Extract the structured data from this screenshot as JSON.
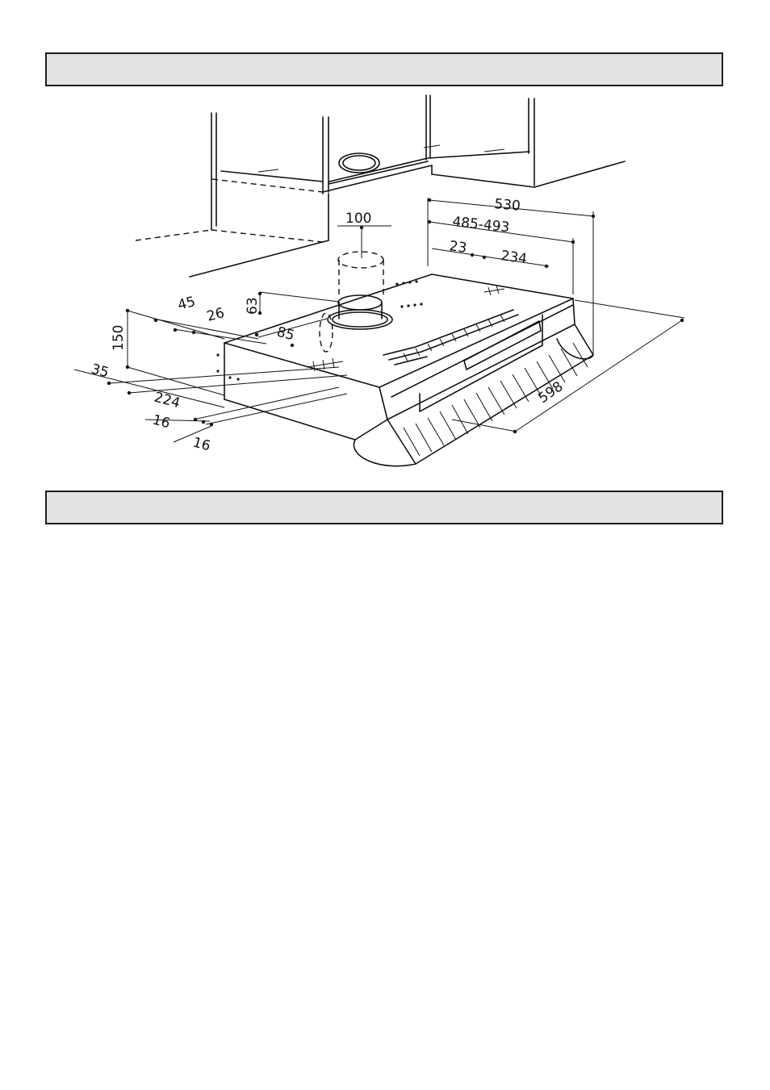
{
  "dimensions": {
    "d530": "530",
    "d485_493": "485-493",
    "d23": "23",
    "d234": "234",
    "d100": "100",
    "d63": "63",
    "d45": "45",
    "d26": "26",
    "d85": "85",
    "d150": "150",
    "d35": "35",
    "d224": "224",
    "d16a": "16",
    "d16b": "16",
    "d598": "598"
  }
}
